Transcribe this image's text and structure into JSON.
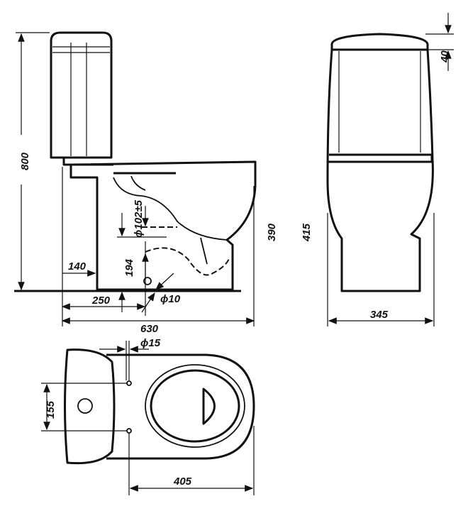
{
  "dimensions": {
    "height_total": "800",
    "tank_offset": "140",
    "outlet_distance": "250",
    "length_total": "630",
    "outlet_height": "194",
    "outlet_diameter": "ϕ102±5",
    "fixing_hole": "ϕ10",
    "bowl_height": "390",
    "front_height": "415",
    "lid_height": "40",
    "width": "345",
    "top_hole": "ϕ15",
    "hole_spacing": "155",
    "bowl_length": "405"
  }
}
